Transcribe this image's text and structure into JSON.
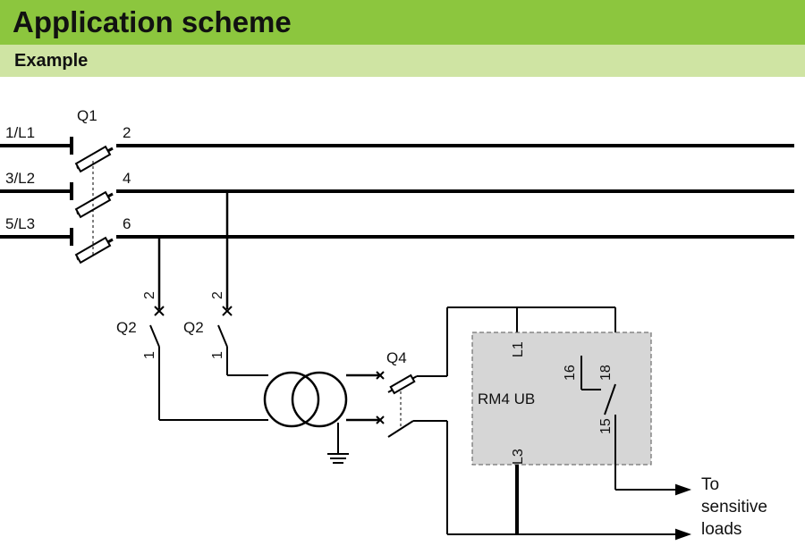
{
  "header": {
    "title": "Application scheme",
    "subtitle": "Example"
  },
  "diagram": {
    "lines": {
      "l1": "1/L1",
      "l2": "3/L2",
      "l3": "5/L3"
    },
    "breaker_q1": {
      "label": "Q1",
      "t2": "2",
      "t4": "4",
      "t6": "6"
    },
    "breaker_q2a": {
      "label": "Q2",
      "top": "2",
      "bottom": "1"
    },
    "breaker_q2b": {
      "label": "Q2",
      "top": "2",
      "bottom": "1"
    },
    "fuse_q4": {
      "label": "Q4"
    },
    "relay": {
      "label": "RM4 UB",
      "l1": "L1",
      "l3": "L3",
      "c16": "16",
      "c18": "18",
      "c15": "15"
    },
    "output": {
      "line1": "To",
      "line2": "sensitive",
      "line3": "loads"
    }
  },
  "colors": {
    "title_bar": "#8cc63e",
    "subtitle_bar": "#cfe4a3",
    "relay_fill": "#d6d6d6"
  }
}
